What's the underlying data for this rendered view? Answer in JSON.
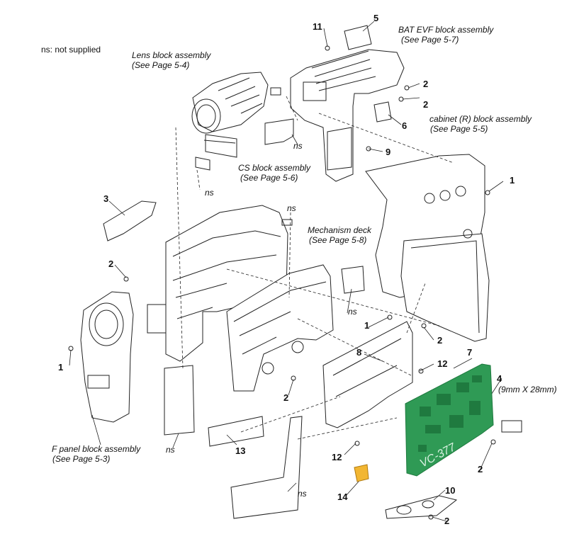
{
  "note": "ns: not supplied",
  "assemblies": {
    "lens": {
      "title": "Lens block assembly",
      "ref": "(See Page 5-4)"
    },
    "bat_evf": {
      "title": "BAT EVF block assembly",
      "ref": "(See Page 5-7)"
    },
    "cabinet_r": {
      "title": "cabinet (R) block assembly",
      "ref": "(See Page 5-5)"
    },
    "cs": {
      "title": "CS block assembly",
      "ref": "(See Page 5-6)"
    },
    "mechanism": {
      "title": "Mechanism deck",
      "ref": "(See Page 5-8)"
    },
    "f_panel": {
      "title": "F panel block assembly",
      "ref": "(See Page 5-3)"
    }
  },
  "part_size": "(9mm X 28mm)",
  "board_label": "VC-377",
  "ns_label": "ns",
  "callouts": [
    "1",
    "1",
    "1",
    "2",
    "2",
    "2",
    "2",
    "2",
    "2",
    "2",
    "3",
    "4",
    "5",
    "6",
    "7",
    "8",
    "9",
    "10",
    "11",
    "12",
    "12",
    "13",
    "14"
  ],
  "colors": {
    "line": "#222222",
    "pcb": "#2f9a55",
    "pcb_dark": "#1f7a3f",
    "part14": "#f2b632"
  }
}
